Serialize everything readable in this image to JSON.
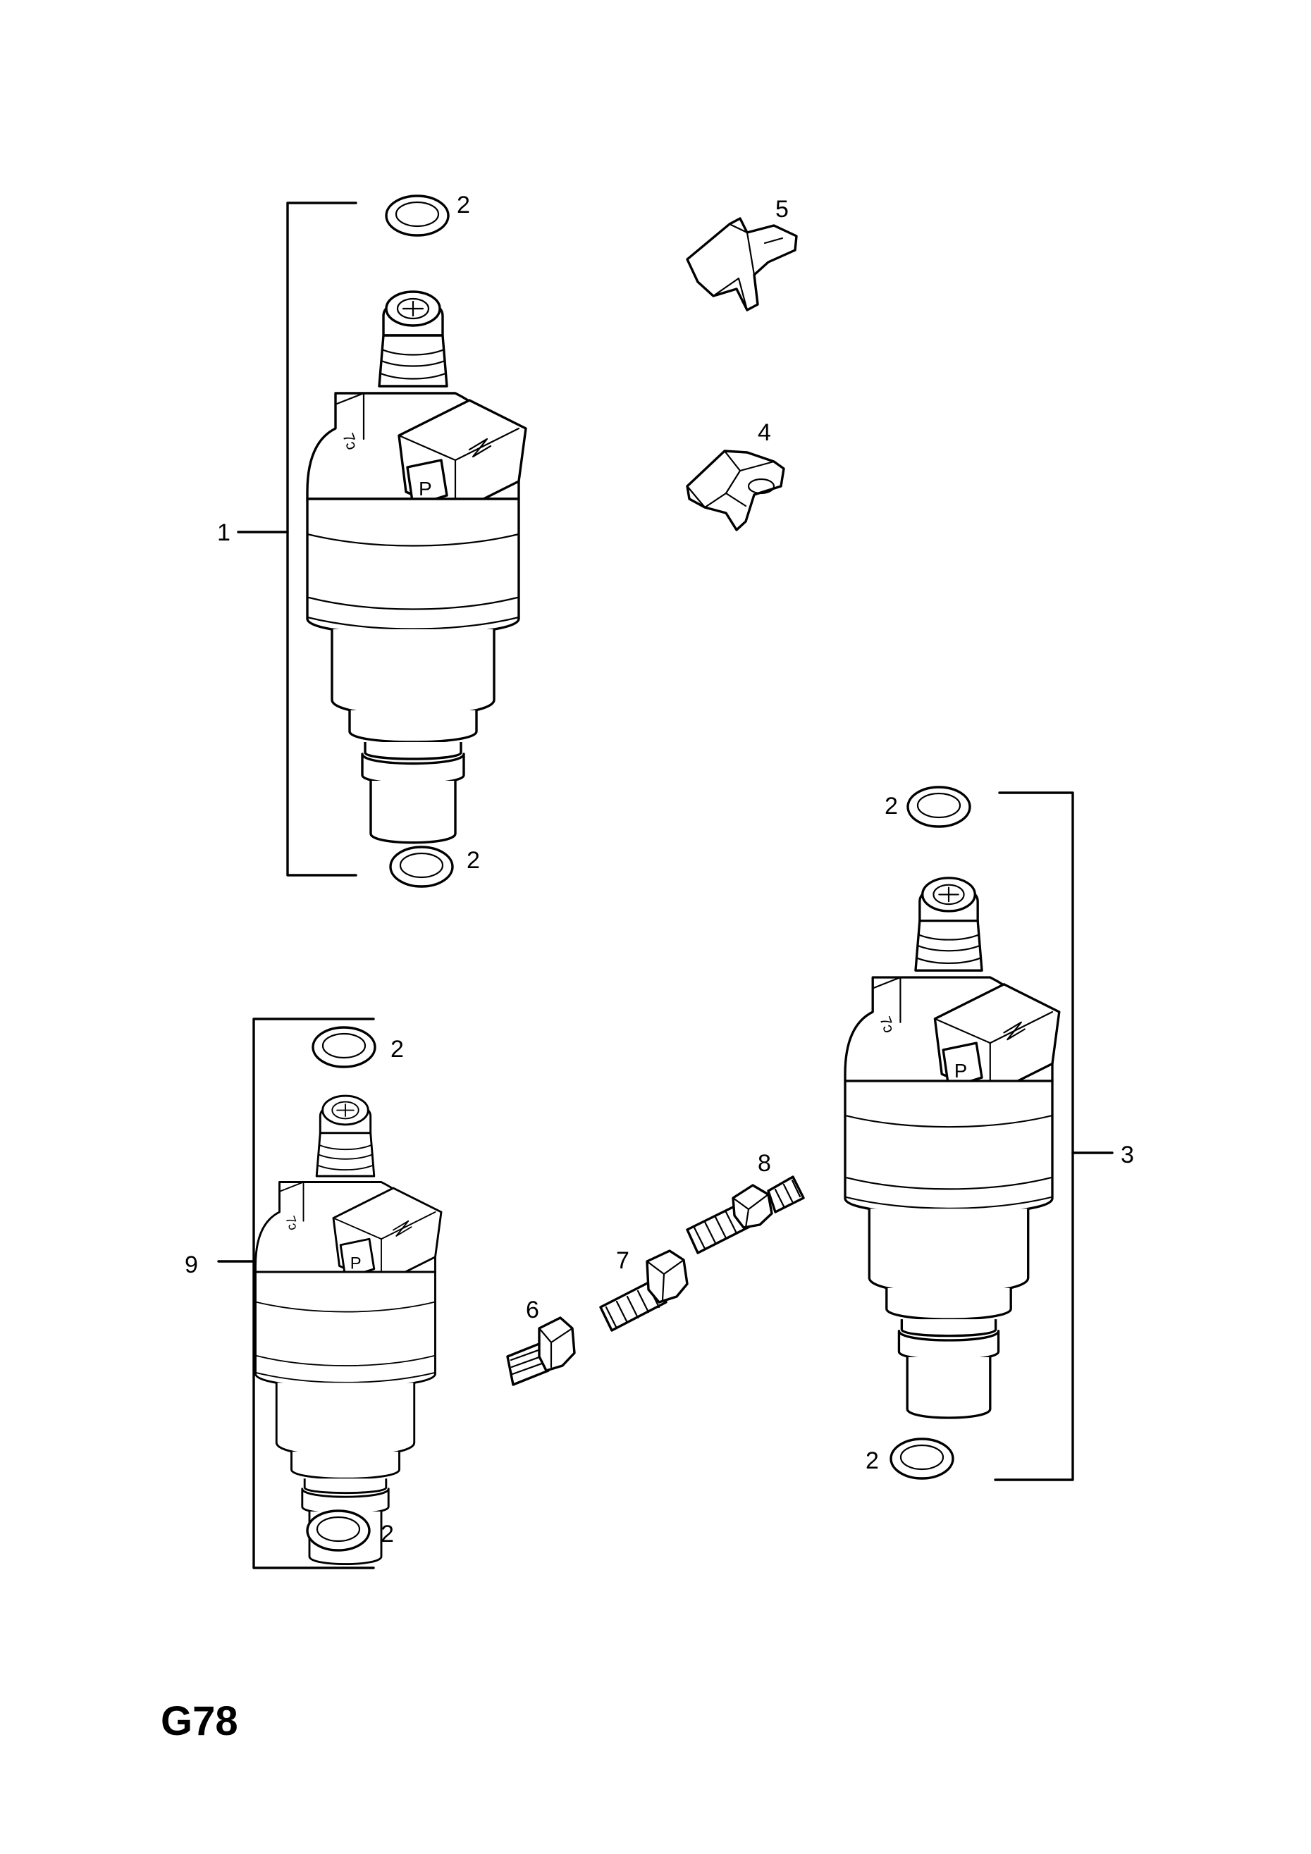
{
  "diagram_code": "G78",
  "callouts": {
    "c1": "1",
    "c2a": "2",
    "c2b": "2",
    "c2c": "2",
    "c2d": "2",
    "c2e": "2",
    "c2f": "2",
    "c3": "3",
    "c4": "4",
    "c5": "5",
    "c6": "6",
    "c7": "7",
    "c8": "8",
    "c9": "9"
  }
}
